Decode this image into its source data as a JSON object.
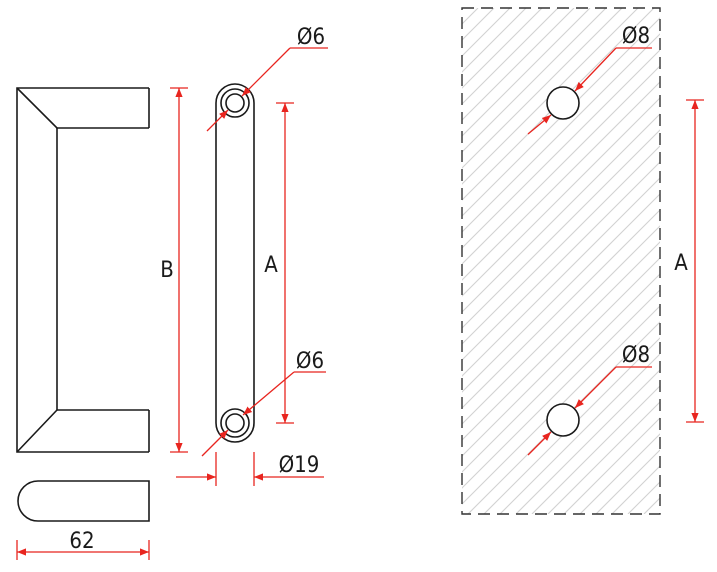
{
  "colors": {
    "ink": "#1a1a1a",
    "dimension": "#e8251f",
    "hatch": "#d2d2d2"
  },
  "labels": {
    "hole_diameter_top": "Ø6",
    "hole_diameter_bottom": "Ø6",
    "bar_diameter": "Ø19",
    "height_B": "B",
    "centers_A_side": "A",
    "width_62": "62",
    "mount_hole_top": "Ø8",
    "mount_hole_bottom": "Ø8",
    "centers_A_mount": "A"
  }
}
